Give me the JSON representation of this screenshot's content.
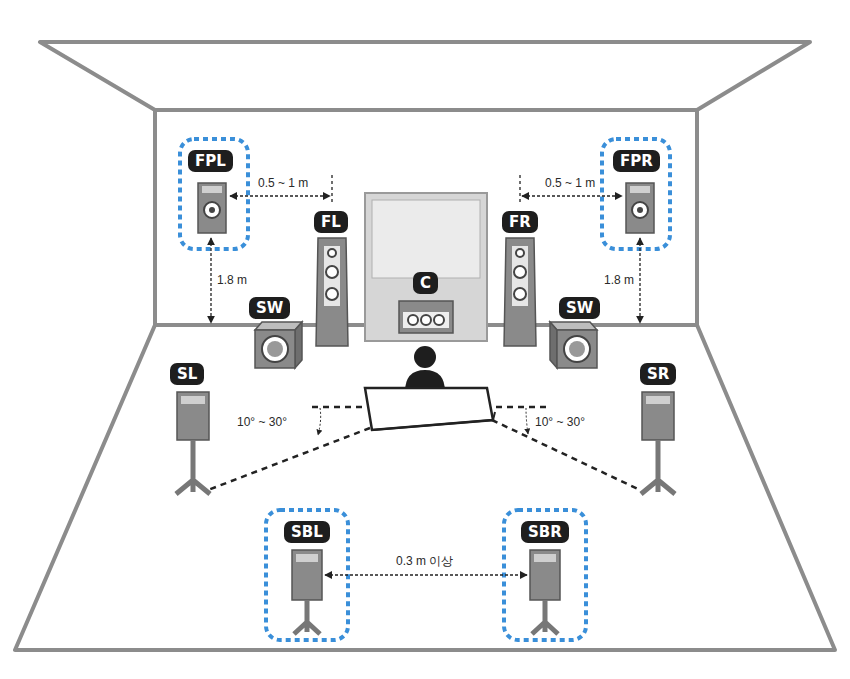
{
  "diagram": {
    "nodes": [
      {
        "text": [
          "FPL"
        ]
      },
      {
        "text": [
          "FPR"
        ]
      },
      {
        "text": [
          "FL"
        ]
      },
      {
        "text": [
          "FR"
        ]
      },
      {
        "text": [
          "C"
        ]
      },
      {
        "text": [
          "SW"
        ]
      },
      {
        "text": [
          "SW"
        ]
      },
      {
        "text": [
          "SL"
        ]
      },
      {
        "text": [
          "SR"
        ]
      },
      {
        "text": [
          "SBL"
        ]
      },
      {
        "text": [
          "SBR"
        ]
      }
    ],
    "labels": [
      "0.5 ~ 1 m",
      "0.5 ~ 1 m",
      "1.8 m",
      "1.8 m",
      "10° ~ 30°",
      "10° ~ 30°",
      "0.3 m 이상"
    ]
  }
}
